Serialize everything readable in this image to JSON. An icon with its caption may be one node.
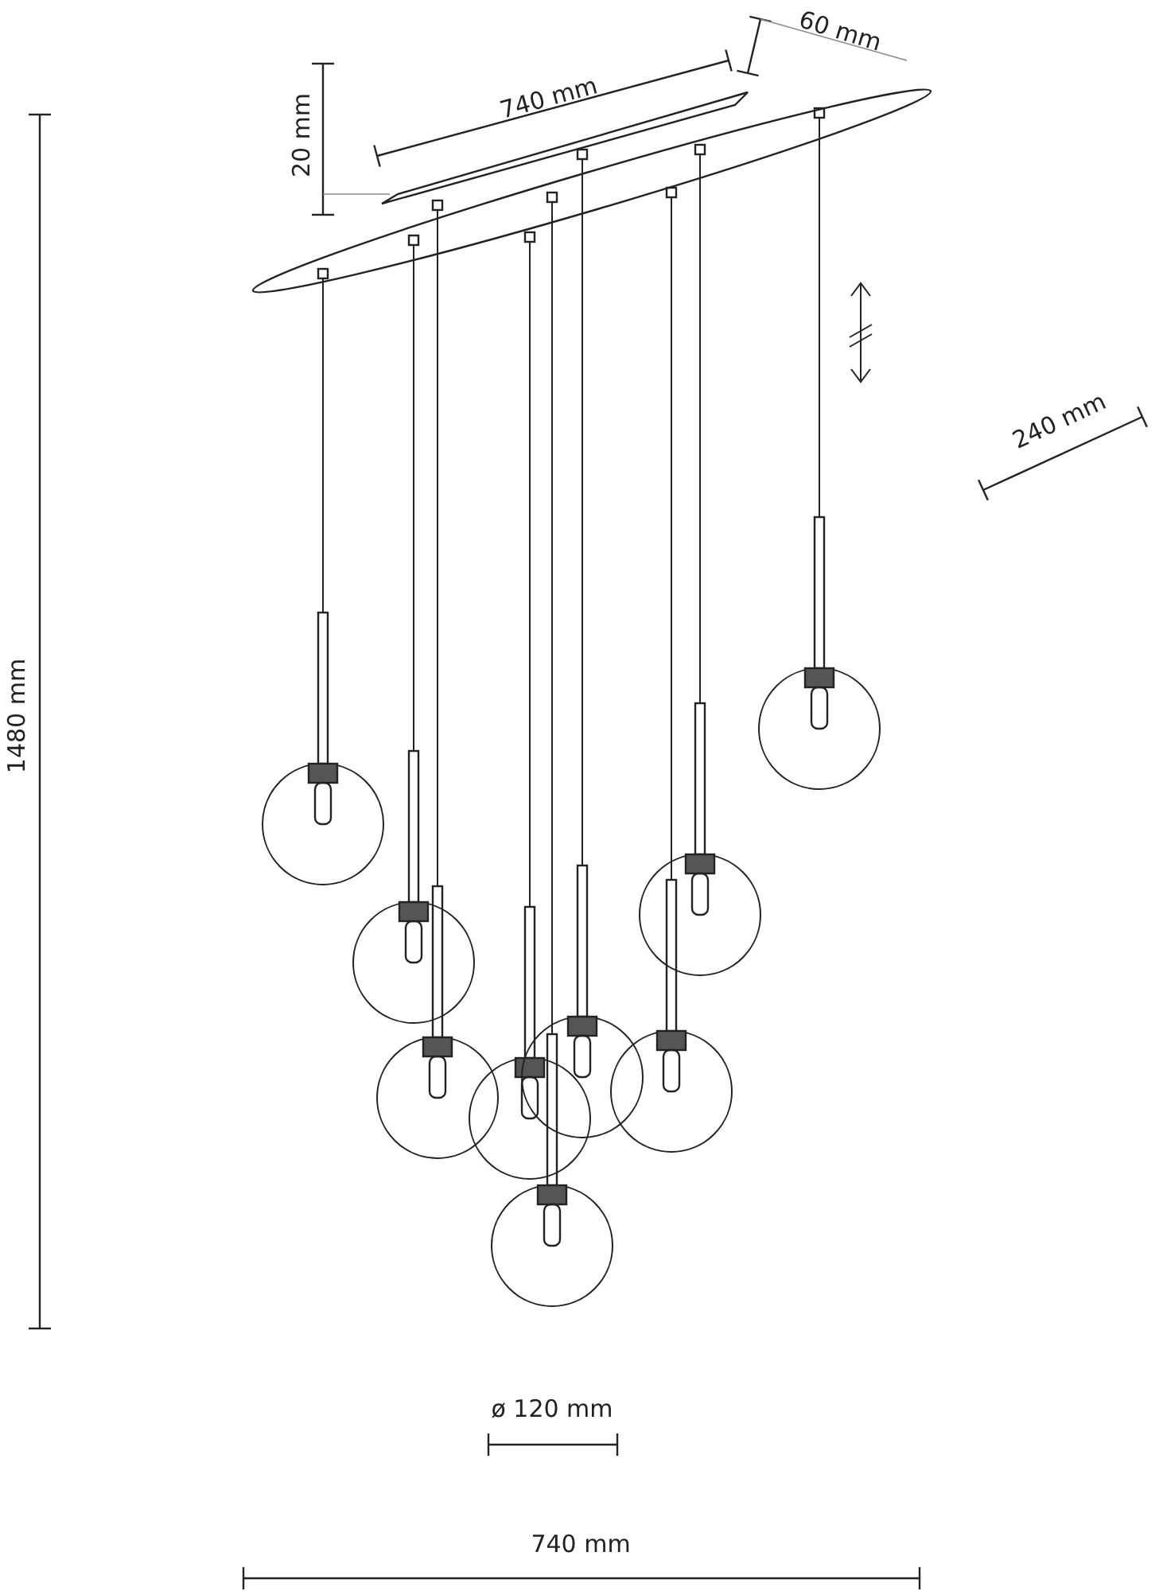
{
  "diagram": {
    "labels": [
      "60 mm",
      "740 mm",
      "20 mm",
      "240 mm",
      "1480 mm",
      "ø 120 mm",
      "740 mm"
    ]
  }
}
